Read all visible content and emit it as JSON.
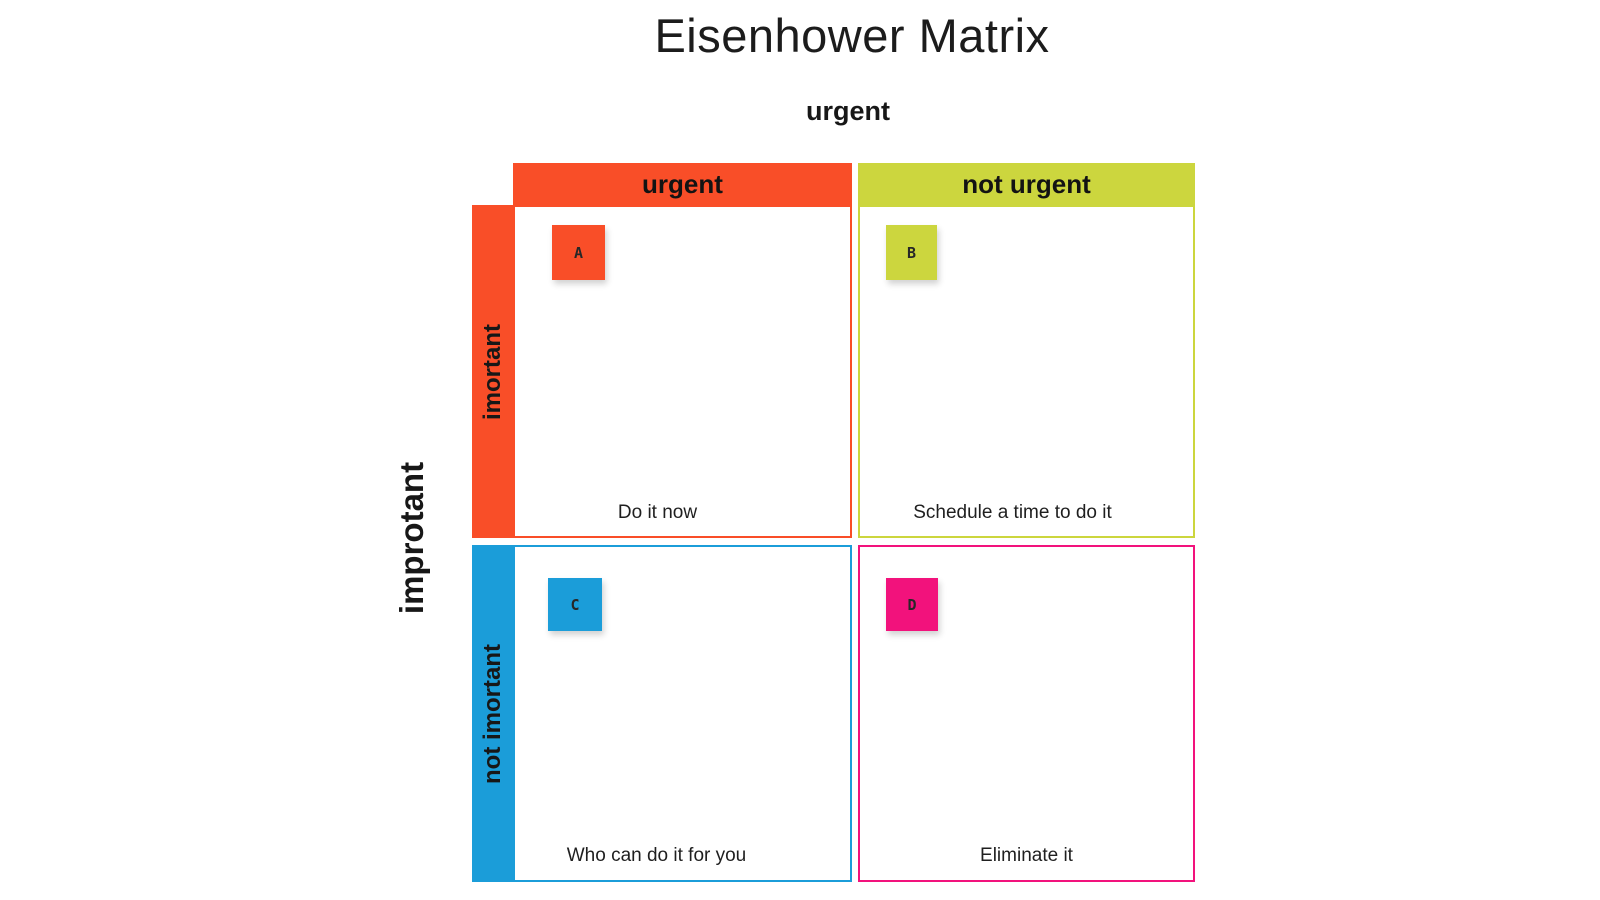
{
  "title": "Eisenhower Matrix",
  "axis_labels": {
    "top": "urgent",
    "left": "improtant"
  },
  "column_headers": [
    {
      "label": "urgent",
      "color": "#F94E28"
    },
    {
      "label": "not urgent",
      "color": "#CCD63E"
    }
  ],
  "row_headers": [
    {
      "label": "imortant",
      "color": "#F94E28"
    },
    {
      "label": "not imortant",
      "color": "#1B9DD9"
    }
  ],
  "quadrants": [
    {
      "note": "A",
      "caption": "Do it now",
      "color": "#F94E28"
    },
    {
      "note": "B",
      "caption": "Schedule a time to do it",
      "color": "#CCD63E"
    },
    {
      "note": "C",
      "caption": "Who can do it for you",
      "color": "#1B9DD9"
    },
    {
      "note": "D",
      "caption": "Eliminate it",
      "color": "#F2127C"
    }
  ]
}
